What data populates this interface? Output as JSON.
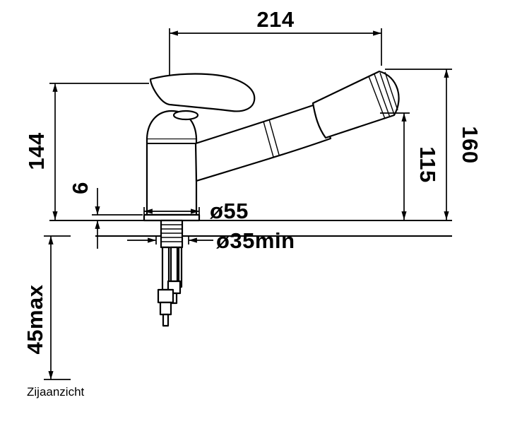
{
  "colors": {
    "background": "#ffffff",
    "line": "#000000"
  },
  "caption": "Zijaanzicht",
  "dimensions": {
    "width_214": {
      "label": "214"
    },
    "height_144": {
      "label": "144"
    },
    "plate_6": {
      "label": "6"
    },
    "height_160": {
      "label": "160"
    },
    "height_115": {
      "label": "115"
    },
    "diameter_55": {
      "label": "ø55"
    },
    "hole_35": {
      "label": "ø35min"
    },
    "depth_45max": {
      "label": "45max"
    }
  }
}
